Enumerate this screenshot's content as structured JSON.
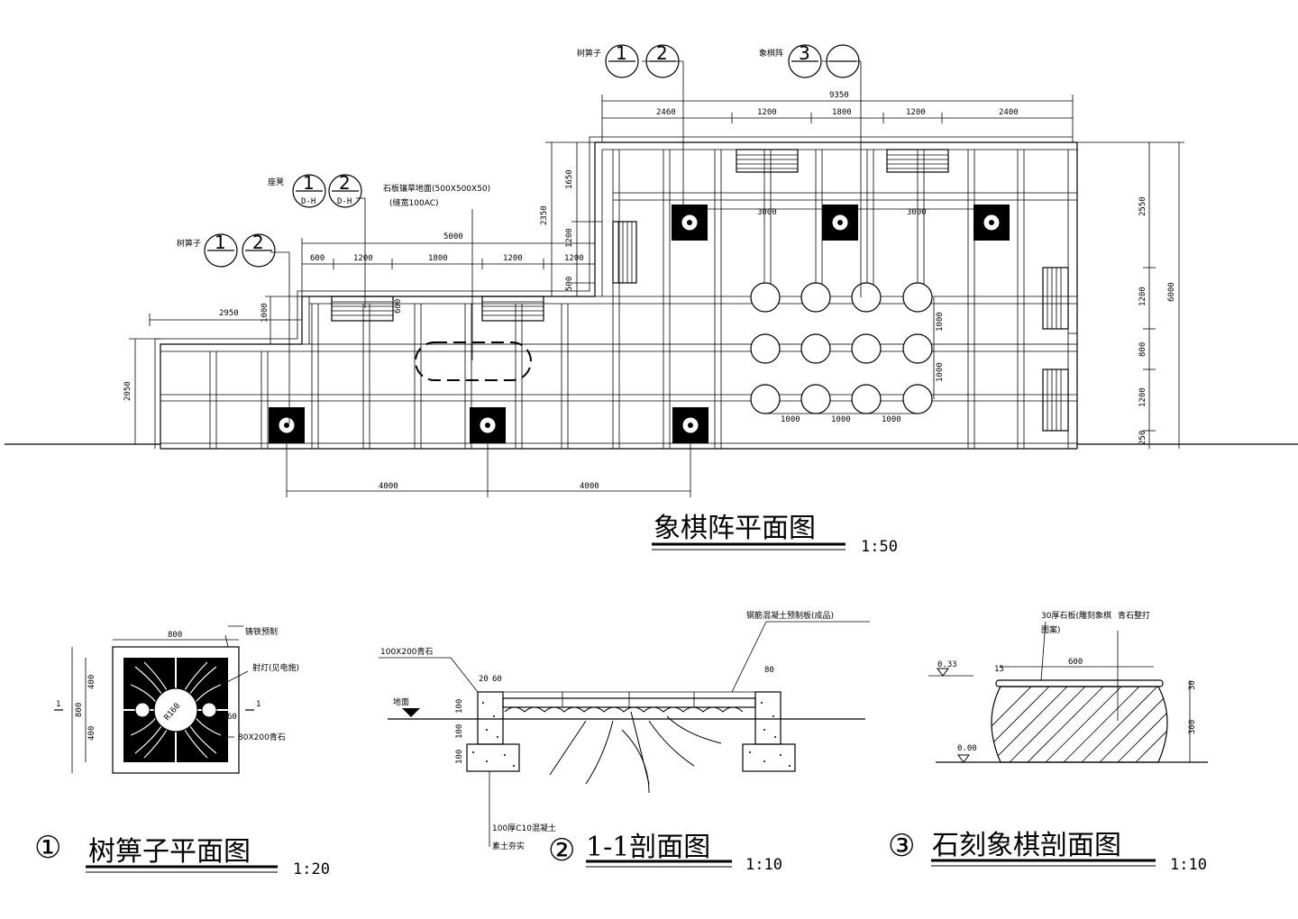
{
  "main_plan": {
    "title": "象棋阵平面图",
    "scale": "1:50",
    "dims_top": [
      "9350",
      "2460",
      "1200",
      "1800",
      "1200",
      "2400"
    ],
    "dims_left_block": [
      "5000",
      "600",
      "1200",
      "1800",
      "1200",
      "1200"
    ],
    "dims_vertical_left": [
      "1650",
      "2350",
      "1200",
      "500",
      "1000",
      "2950",
      "2050"
    ],
    "dims_right": [
      "2550",
      "1200",
      "800",
      "1200",
      "250",
      "6000"
    ],
    "dims_inner": [
      "3000",
      "3000"
    ],
    "dims_circles_h": [
      "1000",
      "1000",
      "1000"
    ],
    "dims_circles_v": [
      "1000",
      "1000"
    ],
    "dims_bottom": [
      "4000",
      "4000"
    ],
    "dim_small_600": "600"
  },
  "callouts": {
    "tree_grate_top": {
      "label": "树箅子",
      "a": "1",
      "b": "2"
    },
    "chess_top": {
      "label": "象棋阵",
      "a": "3"
    },
    "bench": {
      "label": "座凳",
      "a": "1",
      "b": "2",
      "sub": "D-H"
    },
    "tree_grate_left": {
      "label": "树箅子",
      "a": "1",
      "b": "2"
    },
    "paving_note_1": "石板镶草地面(500X500X50)",
    "paving_note_2": "(缝宽100AC)"
  },
  "detail1": {
    "num": "①",
    "title": "树箅子平面图",
    "scale": "1:20",
    "dim_w": "800",
    "dims_v": [
      "400",
      "400"
    ],
    "dim_total": "800",
    "radius": "R160",
    "dim_60": "60",
    "note_a": "铸铁预制",
    "note_b": "射灯(见电施)",
    "note_c": "80X200青石",
    "sec_mark": "1"
  },
  "detail2": {
    "num": "②",
    "title": "1-1剖面图",
    "scale": "1:10",
    "note_a": "100X200青石",
    "note_b": "钢筋混凝土预制板(成品)",
    "note_c": "100厚C10混凝土",
    "note_d": "素土夯实",
    "ground": "地面",
    "dims": [
      "20",
      "60",
      "100",
      "100",
      "100",
      "80"
    ]
  },
  "detail3": {
    "num": "③",
    "title": "石刻象棋剖面图",
    "scale": "1:10",
    "note_a": "30厚石板(雕刻象棋",
    "note_a2": "图案)",
    "note_b": "青石整打",
    "level_top": "0.33",
    "level_bot": "0.00",
    "dims": [
      "600",
      "15",
      "30",
      "300"
    ]
  }
}
